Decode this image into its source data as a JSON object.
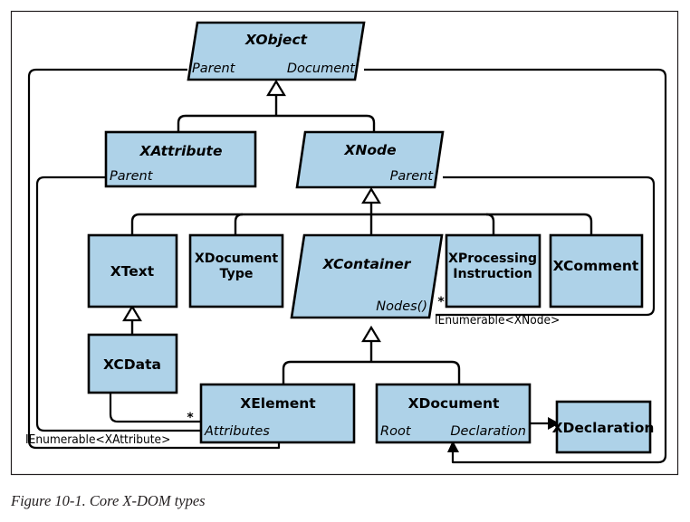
{
  "figure": {
    "caption": "Figure 10-1. Core X-DOM types",
    "fill_color": "#aed2e8",
    "stroke_color": "#000000",
    "frame_color": "#231f20"
  },
  "classes": {
    "xobject": {
      "name": "XObject",
      "abstract": true,
      "shape": "parallelogram",
      "members": {
        "left": "Parent",
        "right": "Document"
      }
    },
    "xattribute": {
      "name": "XAttribute",
      "abstract": true,
      "shape": "rectangle",
      "members": {
        "left": "Parent"
      }
    },
    "xnode": {
      "name": "XNode",
      "abstract": true,
      "shape": "parallelogram",
      "members": {
        "right": "Parent"
      }
    },
    "xtext": {
      "name": "XText",
      "abstract": false,
      "shape": "rectangle"
    },
    "xdocumenttype": {
      "name": "XDocument",
      "name_line2": "Type",
      "abstract": false,
      "shape": "rectangle"
    },
    "xcontainer": {
      "name": "XContainer",
      "abstract": true,
      "shape": "parallelogram",
      "members": {
        "right": "Nodes()"
      }
    },
    "xprocessinginstruction": {
      "name": "XProcessing",
      "name_line2": "Instruction",
      "abstract": false,
      "shape": "rectangle"
    },
    "xcomment": {
      "name": "XComment",
      "abstract": false,
      "shape": "rectangle"
    },
    "xcdata": {
      "name": "XCData",
      "abstract": false,
      "shape": "rectangle"
    },
    "xelement": {
      "name": "XElement",
      "abstract": false,
      "shape": "rectangle",
      "members": {
        "left": "Attributes"
      }
    },
    "xdocument": {
      "name": "XDocument",
      "abstract": false,
      "shape": "rectangle",
      "members": {
        "left": "Root",
        "right": "Declaration"
      }
    },
    "xdeclaration": {
      "name": "XDeclaration",
      "abstract": false,
      "shape": "rectangle"
    }
  },
  "annotations": {
    "nodes_multiplicity": "*",
    "nodes_interface": "IEnumerable<XNode>",
    "attributes_multiplicity": "*",
    "attributes_interface": "IEnumerable<XAttribute>"
  },
  "relationships": {
    "inheritance": [
      {
        "parent": "XObject",
        "child": "XAttribute"
      },
      {
        "parent": "XObject",
        "child": "XNode"
      },
      {
        "parent": "XNode",
        "child": "XText"
      },
      {
        "parent": "XNode",
        "child": "XDocumentType"
      },
      {
        "parent": "XNode",
        "child": "XContainer"
      },
      {
        "parent": "XNode",
        "child": "XProcessingInstruction"
      },
      {
        "parent": "XNode",
        "child": "XComment"
      },
      {
        "parent": "XText",
        "child": "XCData"
      },
      {
        "parent": "XContainer",
        "child": "XElement"
      },
      {
        "parent": "XContainer",
        "child": "XDocument"
      }
    ],
    "associations": [
      {
        "from": "XObject.Parent",
        "to": "XElement"
      },
      {
        "from": "XObject.Document",
        "to": "XDocument"
      },
      {
        "from": "XAttribute.Parent",
        "to": "XElement"
      },
      {
        "from": "XNode.Parent",
        "to": "XContainer"
      },
      {
        "from": "XContainer.Nodes()",
        "to": "XNode"
      },
      {
        "from": "XElement.Attributes",
        "to": "XAttribute"
      },
      {
        "from": "XDocument.Declaration",
        "to": "XDeclaration"
      }
    ]
  }
}
